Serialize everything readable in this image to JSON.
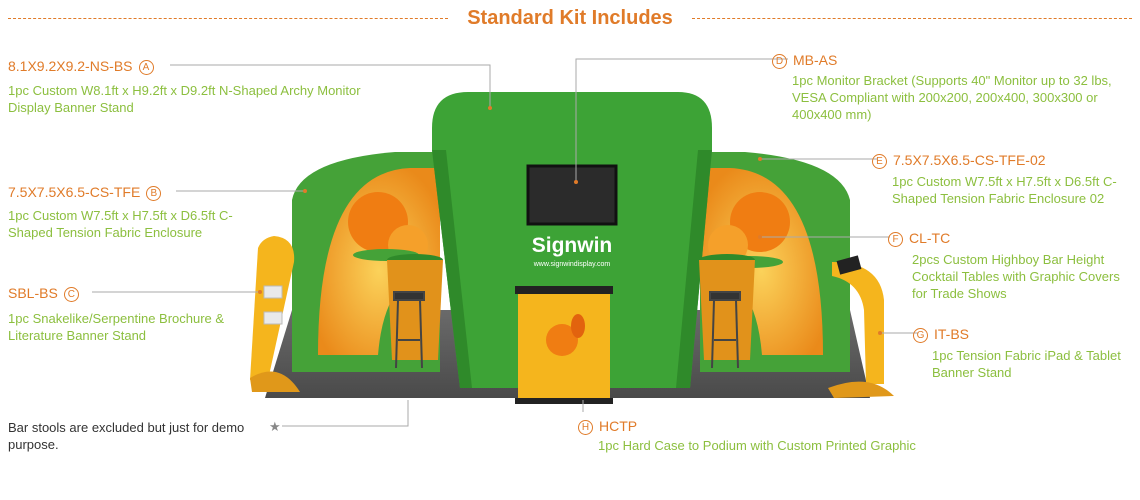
{
  "title": "Standard Kit Includes",
  "items": [
    {
      "code": "8.1X9.2X9.2-NS-BS",
      "badge": "A",
      "desc": "1pc Custom W8.1ft x H9.2ft x D9.2ft N-Shaped Archy Monitor Display Banner Stand"
    },
    {
      "code": "7.5X7.5X6.5-CS-TFE",
      "badge": "B",
      "desc": "1pc Custom W7.5ft x H7.5ft x D6.5ft C-Shaped Tension Fabric Enclosure"
    },
    {
      "code": "SBL-BS",
      "badge": "C",
      "desc": "1pc Snakelike/Serpentine Brochure & Literature Banner Stand"
    },
    {
      "code": "MB-AS",
      "badge": "D",
      "desc": "1pc Monitor Bracket (Supports 40\" Monitor up to 32 lbs, VESA Compliant with 200x200, 200x400, 300x300 or 400x400 mm)"
    },
    {
      "code": "7.5X7.5X6.5-CS-TFE-02",
      "badge": "E",
      "desc": "1pc Custom W7.5ft x H7.5ft x D6.5ft C-Shaped Tension Fabric Enclosure 02"
    },
    {
      "code": "CL-TC",
      "badge": "F",
      "desc": "2pcs Custom Highboy Bar Height Cocktail Tables with Graphic Covers for Trade Shows"
    },
    {
      "code": "IT-BS",
      "badge": "G",
      "desc": "1pc Tension Fabric iPad & Tablet Banner Stand"
    },
    {
      "code": "HCTP",
      "badge": "H",
      "desc": "1pc Hard Case to Podium with Custom Printed Graphic"
    }
  ],
  "note": "Bar stools are excluded but just for demo purpose.",
  "brand": {
    "name": "Signwin",
    "url": "www.signwindisplay.com"
  },
  "colors": {
    "accent": "#e07b29",
    "desc": "#8cbf3f",
    "booth_green": "#45a238",
    "booth_orange": "#f0a020"
  }
}
